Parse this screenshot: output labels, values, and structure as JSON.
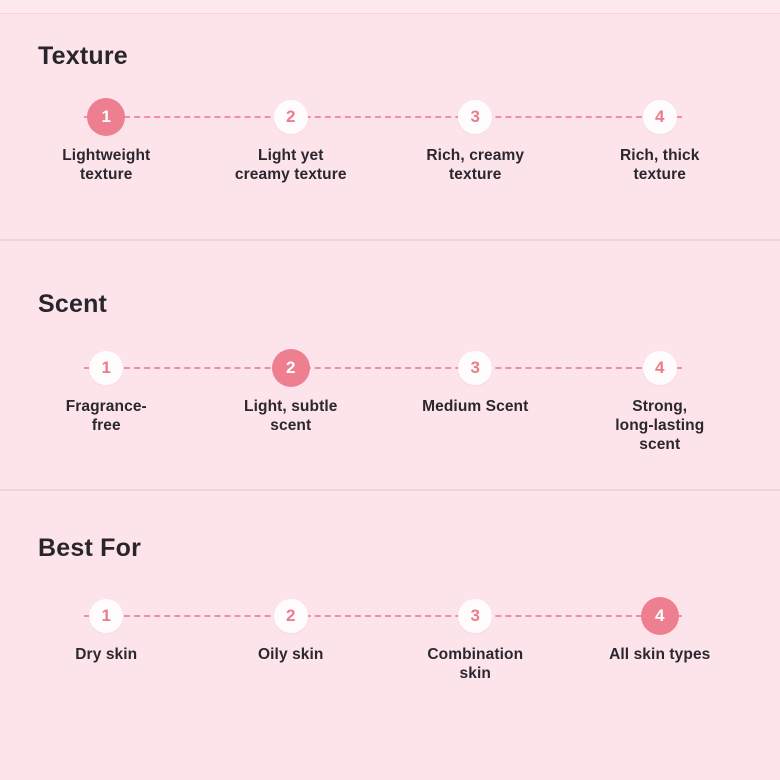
{
  "theme": {
    "background": "#fce4ea",
    "accent_circle": "#ee7f90",
    "plain_circle": "#fffcfd",
    "number_pink": "#ed7b8c",
    "dash_line": "#f0919f",
    "divider": "#f8ced8",
    "text_dark": "#28262c"
  },
  "sections": [
    {
      "title": "Texture",
      "scale_max": 4,
      "selected_value": 1,
      "steps": [
        {
          "number": "1",
          "label": "Lightweight\ntexture",
          "selected": true
        },
        {
          "number": "2",
          "label": "Light yet\ncreamy texture",
          "selected": false
        },
        {
          "number": "3",
          "label": "Rich, creamy\ntexture",
          "selected": false
        },
        {
          "number": "4",
          "label": "Rich, thick\ntexture",
          "selected": false
        }
      ]
    },
    {
      "title": "Scent",
      "scale_max": 4,
      "selected_value": 2,
      "steps": [
        {
          "number": "1",
          "label": "Fragrance-\nfree",
          "selected": false
        },
        {
          "number": "2",
          "label": "Light, subtle\nscent",
          "selected": true
        },
        {
          "number": "3",
          "label": "Medium Scent",
          "selected": false
        },
        {
          "number": "4",
          "label": "Strong,\nlong-lasting\nscent",
          "selected": false
        }
      ]
    },
    {
      "title": "Best For",
      "scale_max": 4,
      "selected_value": 4,
      "steps": [
        {
          "number": "1",
          "label": "Dry skin",
          "selected": false
        },
        {
          "number": "2",
          "label": "Oily skin",
          "selected": false
        },
        {
          "number": "3",
          "label": "Combination\nskin",
          "selected": false
        },
        {
          "number": "4",
          "label": "All skin types",
          "selected": true
        }
      ]
    }
  ]
}
